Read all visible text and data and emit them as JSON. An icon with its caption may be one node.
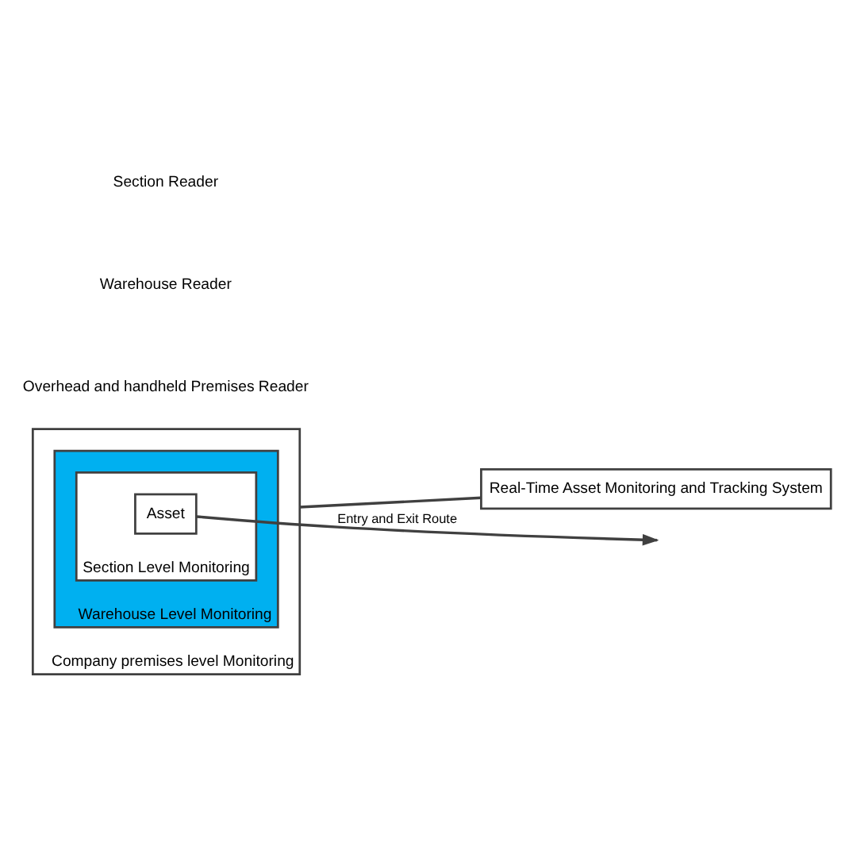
{
  "diagram": {
    "nodes": [
      {
        "text": [
          "Company premises level Monitoring"
        ]
      },
      {
        "text": [
          "Warehouse Level Monitoring"
        ],
        "in": 0
      },
      {
        "text": [
          "Section Level Monitoring"
        ],
        "in": 1
      },
      {
        "text": [
          "Asset"
        ],
        "in": 2
      },
      {
        "text": [
          "Real-Time Asset Monitoring and Tracking System"
        ]
      }
    ],
    "edges": [
      {
        "from": 3,
        "to": null,
        "arrow": "to",
        "label": "Entry and Exit Route"
      },
      {
        "from": 0,
        "to": 4,
        "arrow": "none"
      }
    ],
    "labels": [
      "Section Reader",
      "Warehouse Reader",
      "Overhead and handheld Premises Reader"
    ]
  }
}
